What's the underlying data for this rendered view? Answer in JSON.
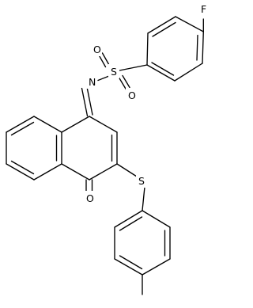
{
  "atoms": {
    "fluorine": "F",
    "sulfur_sulfonyl": "S",
    "oxygen_sulfonyl_1": "O",
    "oxygen_sulfonyl_2": "O",
    "nitrogen_imine": "N",
    "sulfur_thioether": "S",
    "oxygen_ketone": "O"
  }
}
